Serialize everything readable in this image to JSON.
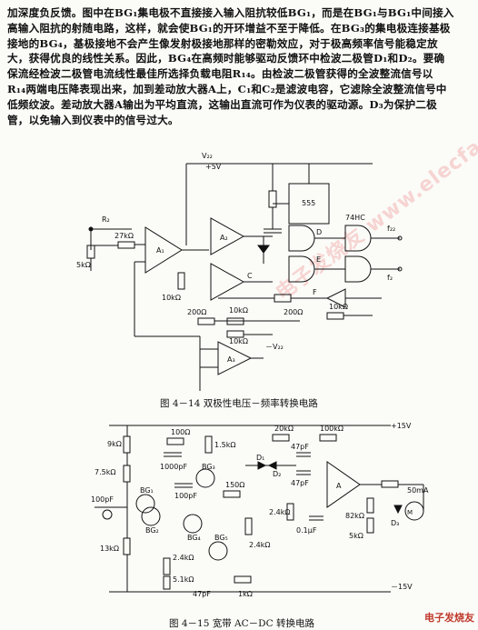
{
  "text": {
    "lines": [
      "加深度负反馈。图中在BG₁集电极不直接接入输入阻抗较低BG₁，而是在BG₁与BG₁中间接入",
      "高输入阻抗的射随电路，这样，就会使BG₁的开环增益不至于降低。在BG₃的集电极连接基极",
      "接地的BG₄，基极接地不会产生像发射极接地那样的密勒效应，对于极高频率信号能稳定放",
      "大，获得优良的线性关系。因此，BG₄在高频时能够驱动反馈环中检波二极管D₁和D₂。要确",
      "保流经检波二极管电流线性最佳所选择负载电阻R₁₄。由检波二极管获得的全波整流信号以",
      "R₁₄两端电压降表现出来，加到差动放大器A上，C₁和C₂是滤波电容，它滤除全波整流信号中",
      "低频纹波。差动放大器A输出为平均直流，这输出直流可作为仪表的驱动源。D₃为保护二极",
      "管，以免输入到仪表中的信号过大。"
    ]
  },
  "figure1": {
    "caption": "图 4－14   双极性电压－频率转换电路",
    "labels": {
      "vcc": "V₂₂",
      "plus5": "+5V",
      "ic555": "555",
      "ic74": "74HC",
      "rin": "R₂",
      "r27k": "27kΩ",
      "r5k": "5kΩ",
      "a1": "A₁",
      "a2": "A₂",
      "a3": "A₃",
      "r10k1": "10kΩ",
      "r10k2": "10kΩ",
      "r10k3": "10kΩ",
      "r10k4": "10kΩ",
      "r200a": "200Ω",
      "r200b": "200Ω",
      "d": "D",
      "c": "C",
      "e": "E",
      "f": "F",
      "vee": "－V₂₂",
      "fout1": "f₂₂",
      "fout2": "f₂"
    }
  },
  "figure2": {
    "caption": "图 4－15   宽带 AC－DC 转换电路",
    "labels": {
      "vpos": "+15V",
      "vneg": "－15V",
      "r9k": "9kΩ",
      "r75k": "7.5kΩ",
      "r15k": "1.5kΩ",
      "r13k": "13kΩ",
      "r24k": "2.4kΩ",
      "r51k": "5.1kΩ",
      "r100": "100Ω",
      "r150": "150Ω",
      "r1k": "1kΩ",
      "r20k": "20kΩ",
      "r100k": "100kΩ",
      "r82k": "82kΩ",
      "r5k": "5kΩ",
      "c100p": "100pF",
      "c1000p": "1000pF",
      "c47p": "47pF",
      "c01": "0.1μF",
      "bg1": "BG₁",
      "bg2": "BG₂",
      "bg3": "BG₃",
      "bg4": "BG₄",
      "bg5": "BG₅",
      "d1": "D₁",
      "d2": "D₂",
      "d3": "D₃",
      "a": "A",
      "meter": "50mA"
    }
  },
  "watermark": "电子发烧友 www.elecfans.com",
  "logo": "电子发烧友"
}
